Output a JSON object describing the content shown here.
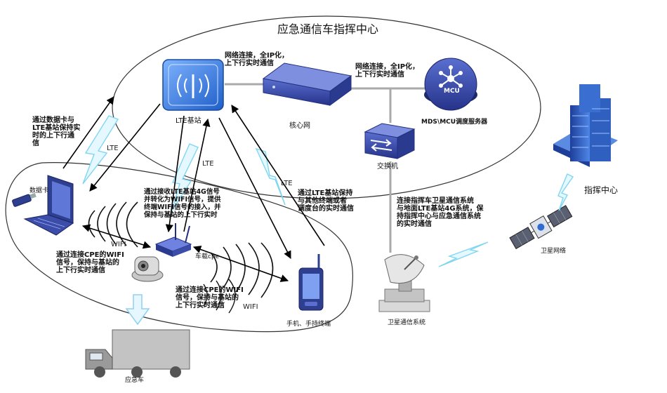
{
  "title": "应急通信车指挥中心",
  "nodes": {
    "lte_base": "LTE基站",
    "core_net": "核心网",
    "switch": "交换机",
    "mcu_server": "MDS\\MCU调度服务器",
    "mcu_badge": "MCU",
    "command_center": "指挥中心",
    "satellite_net": "卫星网络",
    "satellite_system": "卫星通信系统",
    "data_card": "数据卡",
    "vehicle_cpe": "车载cpe",
    "phone_terminal": "手机、手持终端",
    "emergency_vehicle": "应急车"
  },
  "notes": {
    "core_link": "网络连接，全IP化，\n上下行实时通信",
    "switch_link": "网络连接，全IP化，\n上下行实时通信",
    "data_card_note": "通过数据卡与\nLTE基站保持实\n时的上下行通\n信",
    "cpe_relay_note": "通过接收LTE基站4G信号\n并转化为WIFI信号，提供\n终端WIFI信号的接入，并\n保持与基站的上下行实时",
    "lte_phone_note": "通过LTE基站保持\n与其他终端或者\n调度台的实时通信",
    "satellite_note": "连接指挥车卫星通信系统\n与地面LTE基站4G系统，保\n持指挥中心与应急通信系统\n的实时通信",
    "laptop_wifi_note": "通过连接CPE的WIFI\n信号，保持与基站的\n上下行实时通信",
    "phone_wifi_note": "通过连接CPE的WIFI\n信号，保持与基站的\n上下行实时通信"
  },
  "link_labels": {
    "lte1": "LTE",
    "lte2": "LTE",
    "lte3": "LTE",
    "wifi1": "WIFI",
    "wifi2": "WIFI"
  },
  "colors": {
    "lte_blue": "#2f6bd0",
    "device_navy": "#2f3f8f",
    "lightning": "#7fd6f2",
    "building": "#2f5fbf"
  }
}
